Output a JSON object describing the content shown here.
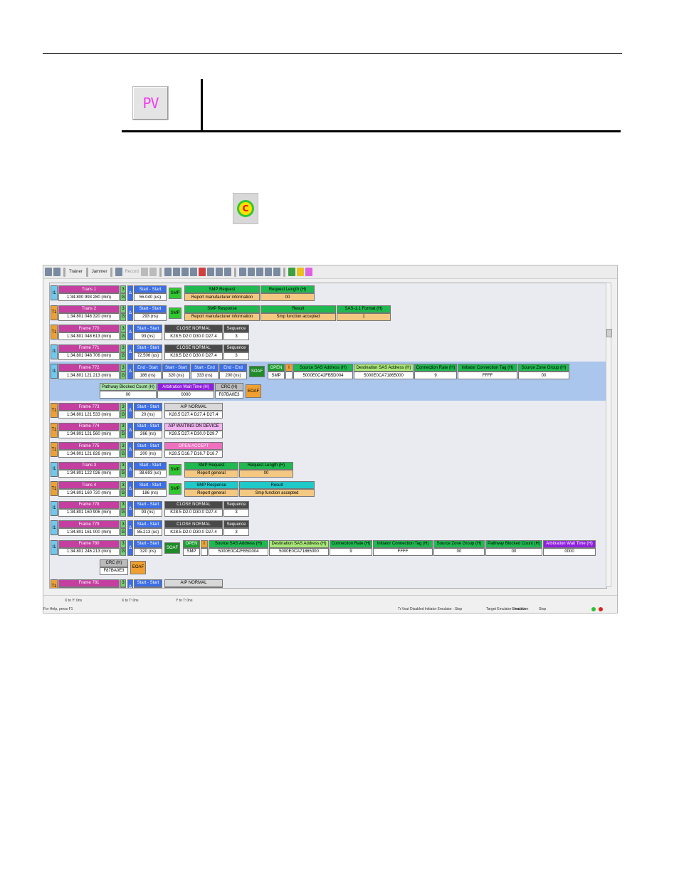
{
  "doc": {
    "pv_icon_text": "PV",
    "c_icon_text": "C"
  },
  "toolbar": {
    "trainer_label": "Trainer",
    "jammer_label": "Jammer",
    "record_label": "Record"
  },
  "rows": [
    {
      "type": "I1",
      "title": "Trans 1",
      "time": "1:34.800 993 280 (min)",
      "lane": "3",
      "g": "G",
      "fields": [
        {
          "h": "Start - Start",
          "v": "55.040 (us)",
          "hc": "#3c6ee6"
        }
      ],
      "smp": "SMP",
      "extra": [
        {
          "h": "SMP Request",
          "v": "Report manufacturer information",
          "hc": "#20b850",
          "vc": "#f4c880"
        },
        {
          "h": "Request Length (H)",
          "v": "00",
          "hc": "#20b850",
          "vc": "#f4c880"
        }
      ]
    },
    {
      "type": "T1",
      "title": "Trans 2",
      "time": "1:34.801 048 320 (min)",
      "lane": "3",
      "g": "G",
      "fields": [
        {
          "h": "Start - Start",
          "v": "293 (ns)",
          "hc": "#3c6ee6"
        }
      ],
      "smp": "SMP",
      "extra": [
        {
          "h": "SMP Response",
          "v": "Report manufacturer information",
          "hc": "#20b850",
          "vc": "#f4c880"
        },
        {
          "h": "Result",
          "v": "Smp function accepted",
          "hc": "#20b850",
          "vc": "#f4c880"
        },
        {
          "h": "SAS-1.1 Format (H)",
          "v": "1",
          "hc": "#20b850",
          "vc": "#f4c880"
        }
      ]
    },
    {
      "type": "T1",
      "title": "Frame 770",
      "time": "1:34.801 048 613 (min)",
      "lane": "3",
      "g": "G",
      "fields": [
        {
          "h": "Start - Start",
          "v": "93 (ns)",
          "hc": "#3c6ee6"
        }
      ],
      "extra": [
        {
          "h": "CLOSE NORMAL",
          "v": "K28.5 D2.0 D30.0 D27.4",
          "hc": "#4a4a4a",
          "hcolor": "#fff"
        },
        {
          "h": "Sequence",
          "v": "3",
          "hc": "#4a4a4a",
          "hcolor": "#fff"
        }
      ]
    },
    {
      "type": "I1",
      "title": "Frame 771",
      "time": "1:34.801 048 706 (min)",
      "lane": "3",
      "g": "G",
      "fields": [
        {
          "h": "Start - Start",
          "v": "72.506 (us)",
          "hc": "#3c6ee6"
        }
      ],
      "extra": [
        {
          "h": "CLOSE NORMAL",
          "v": "K28.5 D2.0 D30.0 D27.4",
          "hc": "#4a4a4a",
          "hcolor": "#fff"
        },
        {
          "h": "Sequence",
          "v": "3",
          "hc": "#4a4a4a",
          "hcolor": "#fff"
        }
      ]
    },
    {
      "type": "I1",
      "title": "Frame 772",
      "time": "1:34.801 121 213 (min)",
      "lane": "3",
      "g": "G",
      "selected": true,
      "fields": [
        {
          "h": "End - Start",
          "v": "186 (ns)",
          "hc": "#3c6ee6"
        },
        {
          "h": "Start - Start",
          "v": "320 (ns)",
          "hc": "#3c6ee6"
        },
        {
          "h": "Start - End",
          "v": "333 (ns)",
          "hc": "#3c6ee6"
        },
        {
          "h": "End - End",
          "v": "200 (ns)",
          "hc": "#3c6ee6"
        }
      ],
      "soaf": "SOAF",
      "extra": [
        {
          "h": "OPEN",
          "v": "SMP",
          "hc": "#1e9e32",
          "hcolor": "#fff"
        },
        {
          "h": "I",
          "v": "",
          "hc": "#f0a030"
        },
        {
          "h": "Source SAS Address (H)",
          "v": "5000E0C42FB5D004",
          "hc": "#20b850"
        },
        {
          "h": "Destination SAS Address (H)",
          "v": "5000E0CA71865000",
          "hc": "#a8e878"
        },
        {
          "h": "Connection Rate (H)",
          "v": "9",
          "hc": "#20b850"
        },
        {
          "h": "Initiator Connection Tag (H)",
          "v": "FFFF",
          "hc": "#20b850"
        },
        {
          "h": "Source Zone Group (H)",
          "v": "00",
          "hc": "#20b850"
        }
      ],
      "extra2": [
        {
          "h": "Pathway Blocked Count (H)",
          "v": "00",
          "hc": "#a8e0a8"
        },
        {
          "h": "Arbitration Wait Time (H)",
          "v": "0000",
          "hc": "#9020e0",
          "hcolor": "#fff"
        },
        {
          "h": "CRC (H)",
          "v": "F87BA0E3",
          "hc": "#bbbbbb"
        }
      ],
      "eoaf": "EOAF"
    },
    {
      "type": "T1",
      "title": "Frame 773",
      "time": "1:34.801 121 533 (min)",
      "lane": "3",
      "g": "G",
      "fields": [
        {
          "h": "Start - Start",
          "v": "20 (ns)",
          "hc": "#3c6ee6"
        }
      ],
      "extra": [
        {
          "h": "AIP NORMAL",
          "v": "K28.5 D27.4 D27.4 D27.4",
          "hc": "#d8d8d8"
        }
      ]
    },
    {
      "type": "T1",
      "title": "Frame 774",
      "time": "1:34.801 121 560 (min)",
      "lane": "3",
      "g": "G",
      "fields": [
        {
          "h": "Start - Start",
          "v": "266 (ns)",
          "hc": "#3c6ee6"
        }
      ],
      "extra": [
        {
          "h": "AIP WAITING ON DEVICE",
          "v": "K28.5 D27.4 D30.0 D29.7",
          "hc": "#f0b4f0"
        }
      ]
    },
    {
      "type": "T1",
      "title": "Frame 775",
      "time": "1:34.801 121 826 (min)",
      "lane": "3",
      "g": "G",
      "fields": [
        {
          "h": "Start - Start",
          "v": "200 (ns)",
          "hc": "#3c6ee6"
        }
      ],
      "extra": [
        {
          "h": "OPEN ACCEPT",
          "v": "K28.5 D16.7 D16.7 D16.7",
          "hc": "#f070c0",
          "hcolor": "#fff"
        }
      ]
    },
    {
      "type": "I1",
      "title": "Trans 3",
      "time": "1:34.801 122 026 (min)",
      "lane": "3",
      "g": "G",
      "fields": [
        {
          "h": "Start - Start",
          "v": "38.693 (us)",
          "hc": "#3c6ee6"
        }
      ],
      "smp": "SMP",
      "extra": [
        {
          "h": "SMP Request",
          "v": "Report general",
          "hc": "#20b850",
          "vc": "#f4c880"
        },
        {
          "h": "Request Length (H)",
          "v": "00",
          "hc": "#20b850",
          "vc": "#f4c880"
        }
      ]
    },
    {
      "type": "T1",
      "title": "Trans 4",
      "time": "1:34.801 160 720 (min)",
      "lane": "3",
      "g": "G",
      "fields": [
        {
          "h": "Start - Start",
          "v": "186 (ns)",
          "hc": "#3c6ee6"
        }
      ],
      "smp": "SMP",
      "extra": [
        {
          "h": "SMP Response",
          "v": "Report general",
          "hc": "#20c8c8",
          "vc": "#f4c880"
        },
        {
          "h": "Result",
          "v": "Smp function accepted",
          "hc": "#20c8c8",
          "vc": "#f4c880"
        }
      ]
    },
    {
      "type": "I1",
      "title": "Frame 778",
      "time": "1:34.801 160 906 (min)",
      "lane": "3",
      "g": "G",
      "fields": [
        {
          "h": "Start - Start",
          "v": "93 (ns)",
          "hc": "#3c6ee6"
        }
      ],
      "extra": [
        {
          "h": "CLOSE NORMAL",
          "v": "K28.5 D2.0 D30.0 D27.4",
          "hc": "#4a4a4a",
          "hcolor": "#fff"
        },
        {
          "h": "Sequence",
          "v": "3",
          "hc": "#4a4a4a",
          "hcolor": "#fff"
        }
      ]
    },
    {
      "type": "I1",
      "title": "Frame 779",
      "time": "1:34.801 161 000 (min)",
      "lane": "3",
      "g": "G",
      "fields": [
        {
          "h": "Start - Start",
          "v": "85.213 (us)",
          "hc": "#3c6ee6"
        }
      ],
      "extra": [
        {
          "h": "CLOSE NORMAL",
          "v": "K28.5 D2.0 D30.0 D27.4",
          "hc": "#4a4a4a",
          "hcolor": "#fff"
        },
        {
          "h": "Sequence",
          "v": "3",
          "hc": "#4a4a4a",
          "hcolor": "#fff"
        }
      ]
    },
    {
      "type": "I1",
      "title": "Frame 780",
      "time": "1:34.801 246 213 (min)",
      "lane": "3",
      "g": "G",
      "fields": [
        {
          "h": "Start - Start",
          "v": "320 (ns)",
          "hc": "#3c6ee6"
        }
      ],
      "soaf": "SOAF",
      "extra": [
        {
          "h": "OPEN",
          "v": "SMP",
          "hc": "#1e9e32",
          "hcolor": "#fff"
        },
        {
          "h": "I",
          "v": "",
          "hc": "#f0a030"
        },
        {
          "h": "Source SAS Address (H)",
          "v": "5000E0C42FB5D004",
          "hc": "#20b850"
        },
        {
          "h": "Destination SAS Address (H)",
          "v": "5000E0CA71865000",
          "hc": "#a8e878"
        },
        {
          "h": "Connection Rate (H)",
          "v": "9",
          "hc": "#20b850"
        },
        {
          "h": "Initiator Connection Tag (H)",
          "v": "FFFF",
          "hc": "#20b850"
        },
        {
          "h": "Source Zone Group (H)",
          "v": "00",
          "hc": "#20b850"
        },
        {
          "h": "Pathway Blocked Count (H)",
          "v": "00",
          "hc": "#20b850"
        },
        {
          "h": "Arbitration Wait Time (H)",
          "v": "0000",
          "hc": "#9020e0",
          "hcolor": "#fff"
        }
      ],
      "extra2": [
        {
          "h": "CRC (H)",
          "v": "F87BA0E3",
          "hc": "#bbbbbb"
        }
      ],
      "eoaf": "EOAF"
    },
    {
      "type": "T1",
      "title": "Frame 781",
      "time": "",
      "lane": "3",
      "g": "",
      "fields": [
        {
          "h": "Start - Start",
          "v": "",
          "hc": "#3c6ee6"
        }
      ],
      "extra": [
        {
          "h": "AIP NORMAL",
          "v": "",
          "hc": "#d8d8d8"
        }
      ]
    }
  ],
  "status": {
    "x_to_y": "X to Y: 0ns",
    "x_to_t": "X to T: 0ns",
    "y_to_t": "Y to T: 0ns",
    "help": "For Help, press F1",
    "trainer": "Tr.Vout Disabled  Initiator Emulator : Stop",
    "target": "Target Emulator : Inactive",
    "mode": "Simulation",
    "stop": "Stop"
  },
  "colors": {
    "title_i1": "#c43fa0",
    "title_t1": "#c43fa0",
    "lane_green": "#6ed46e",
    "delta_blue": "#3c6ee6",
    "smp_green": "#30c830",
    "selected_row": "#aac6ec"
  }
}
